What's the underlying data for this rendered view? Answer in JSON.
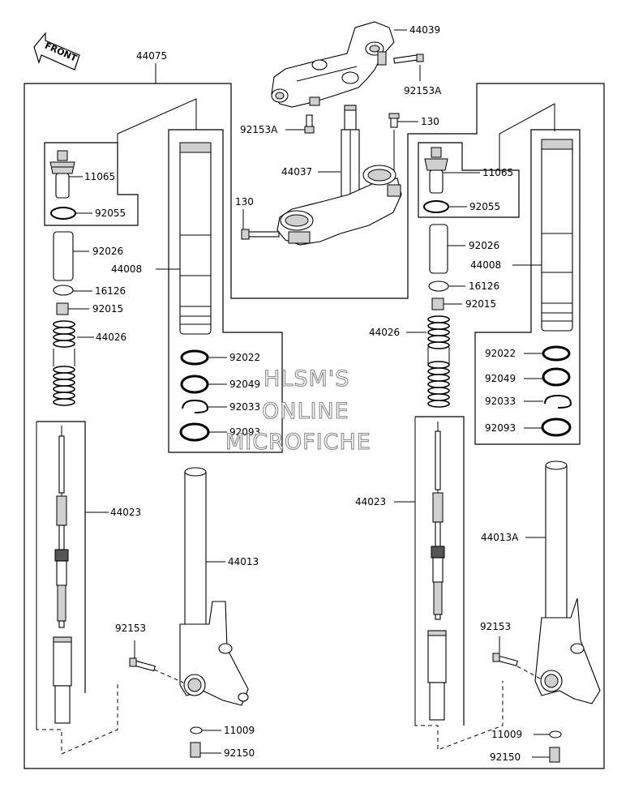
{
  "watermark": {
    "line1": "HLSM'S",
    "line2": "ONLINE",
    "line3": "MICROFICHE"
  },
  "front_label": "FRONT",
  "labels": {
    "p44075": "44075",
    "p44039": "44039",
    "p92153A_top": "92153A",
    "p92153A_mid": "92153A",
    "p130_right": "130",
    "p44037": "44037",
    "p130_left": "130",
    "L_11065": "11065",
    "L_92055": "92055",
    "L_92026": "92026",
    "L_44008": "44008",
    "L_16126": "16126",
    "L_92015": "92015",
    "L_44026": "44026",
    "L_92022": "92022",
    "L_92049": "92049",
    "L_92033": "92033",
    "L_92093": "92093",
    "L_44023": "44023",
    "L_44013": "44013",
    "L_92153": "92153",
    "L_11009": "11009",
    "L_92150": "92150",
    "R_11065": "11065",
    "R_92055": "92055",
    "R_92026": "92026",
    "R_44008": "44008",
    "R_16126": "16126",
    "R_92015": "92015",
    "R_44026": "44026",
    "R_92022": "92022",
    "R_92049": "92049",
    "R_92033": "92033",
    "R_92093": "92093",
    "R_44023": "44023",
    "R_44013A": "44013A",
    "R_92153": "92153",
    "R_11009": "11009",
    "R_92150": "92150"
  }
}
